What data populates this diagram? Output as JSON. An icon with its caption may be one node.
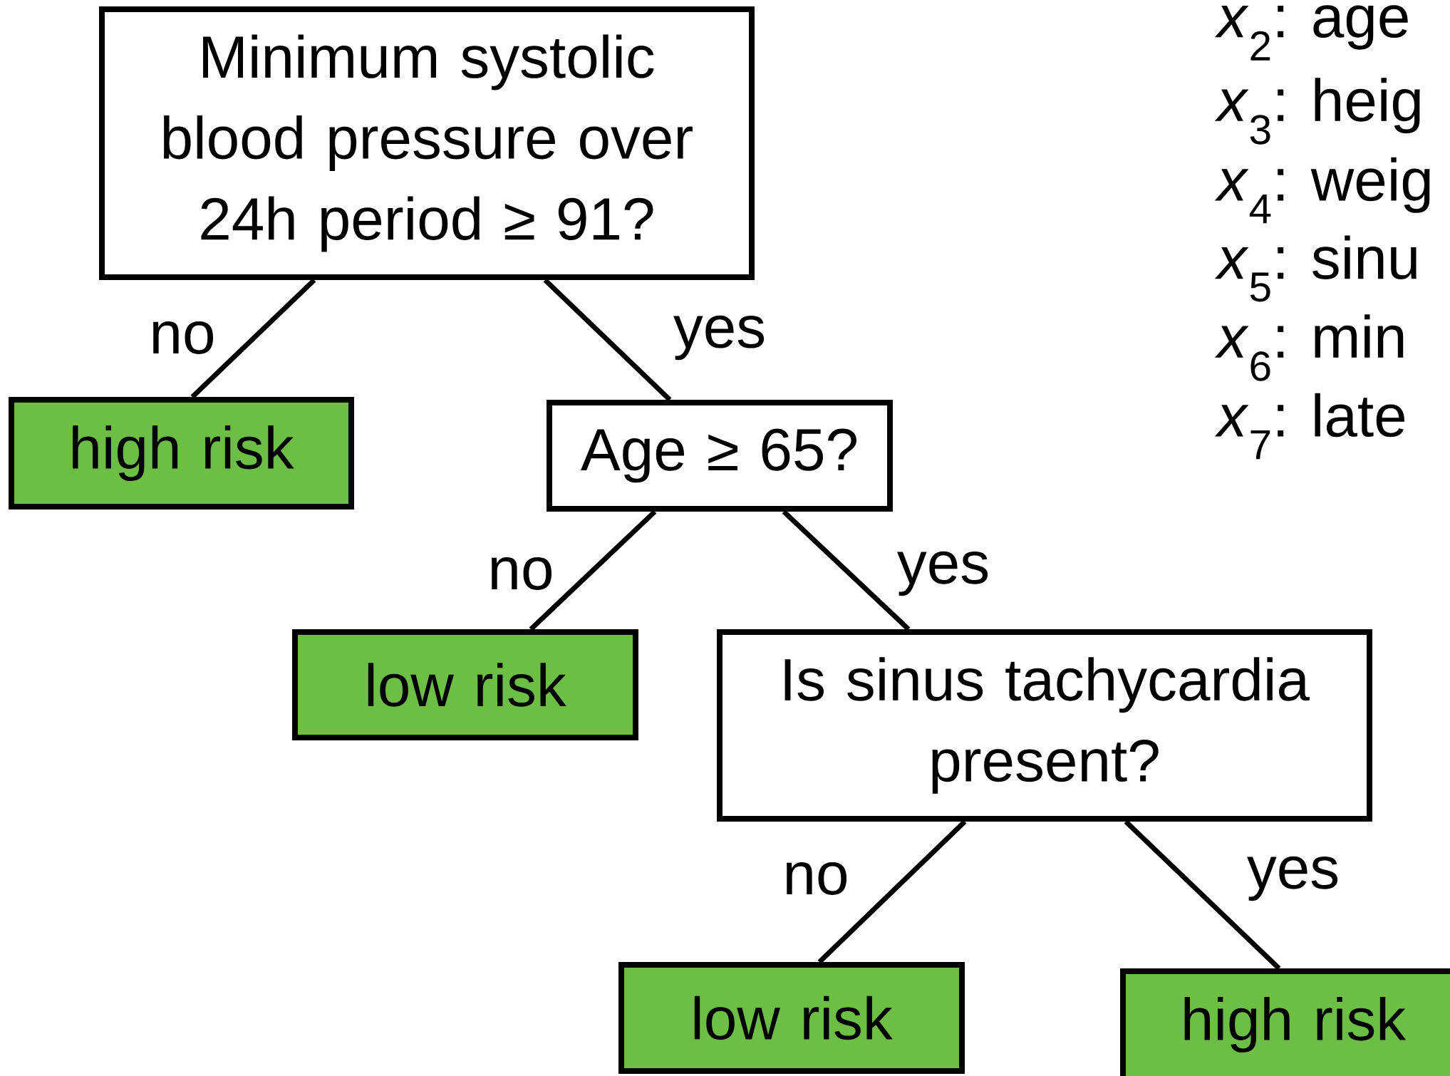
{
  "diagram": {
    "nodes": [
      {
        "text": [
          "Minimum systolic blood pressure over 24h period ≥ 91?"
        ]
      },
      {
        "text": [
          "high risk"
        ]
      },
      {
        "text": [
          "Age ≥ 65?"
        ]
      },
      {
        "text": [
          "low risk"
        ]
      },
      {
        "text": [
          "Is sinus tachycardia present?"
        ]
      },
      {
        "text": [
          "low risk"
        ]
      },
      {
        "text": [
          "high risk"
        ]
      }
    ],
    "edges": [
      {
        "from": 0,
        "to": 1,
        "arrow": "none",
        "label": "no"
      },
      {
        "from": 0,
        "to": 2,
        "arrow": "none",
        "label": "yes"
      },
      {
        "from": 2,
        "to": 3,
        "arrow": "none",
        "label": "no"
      },
      {
        "from": 2,
        "to": 4,
        "arrow": "none",
        "label": "yes"
      },
      {
        "from": 4,
        "to": 5,
        "arrow": "none",
        "label": "no"
      },
      {
        "from": 4,
        "to": 6,
        "arrow": "none",
        "label": "yes"
      }
    ],
    "labels": [
      "*x*$_{2}$: age",
      "*x*$_{3}$: heig",
      "*x*$_{4}$: weig",
      "*x*$_{5}$: sinu",
      "*x*$_{6}$: min",
      "*x*$_{7}$: late"
    ]
  }
}
